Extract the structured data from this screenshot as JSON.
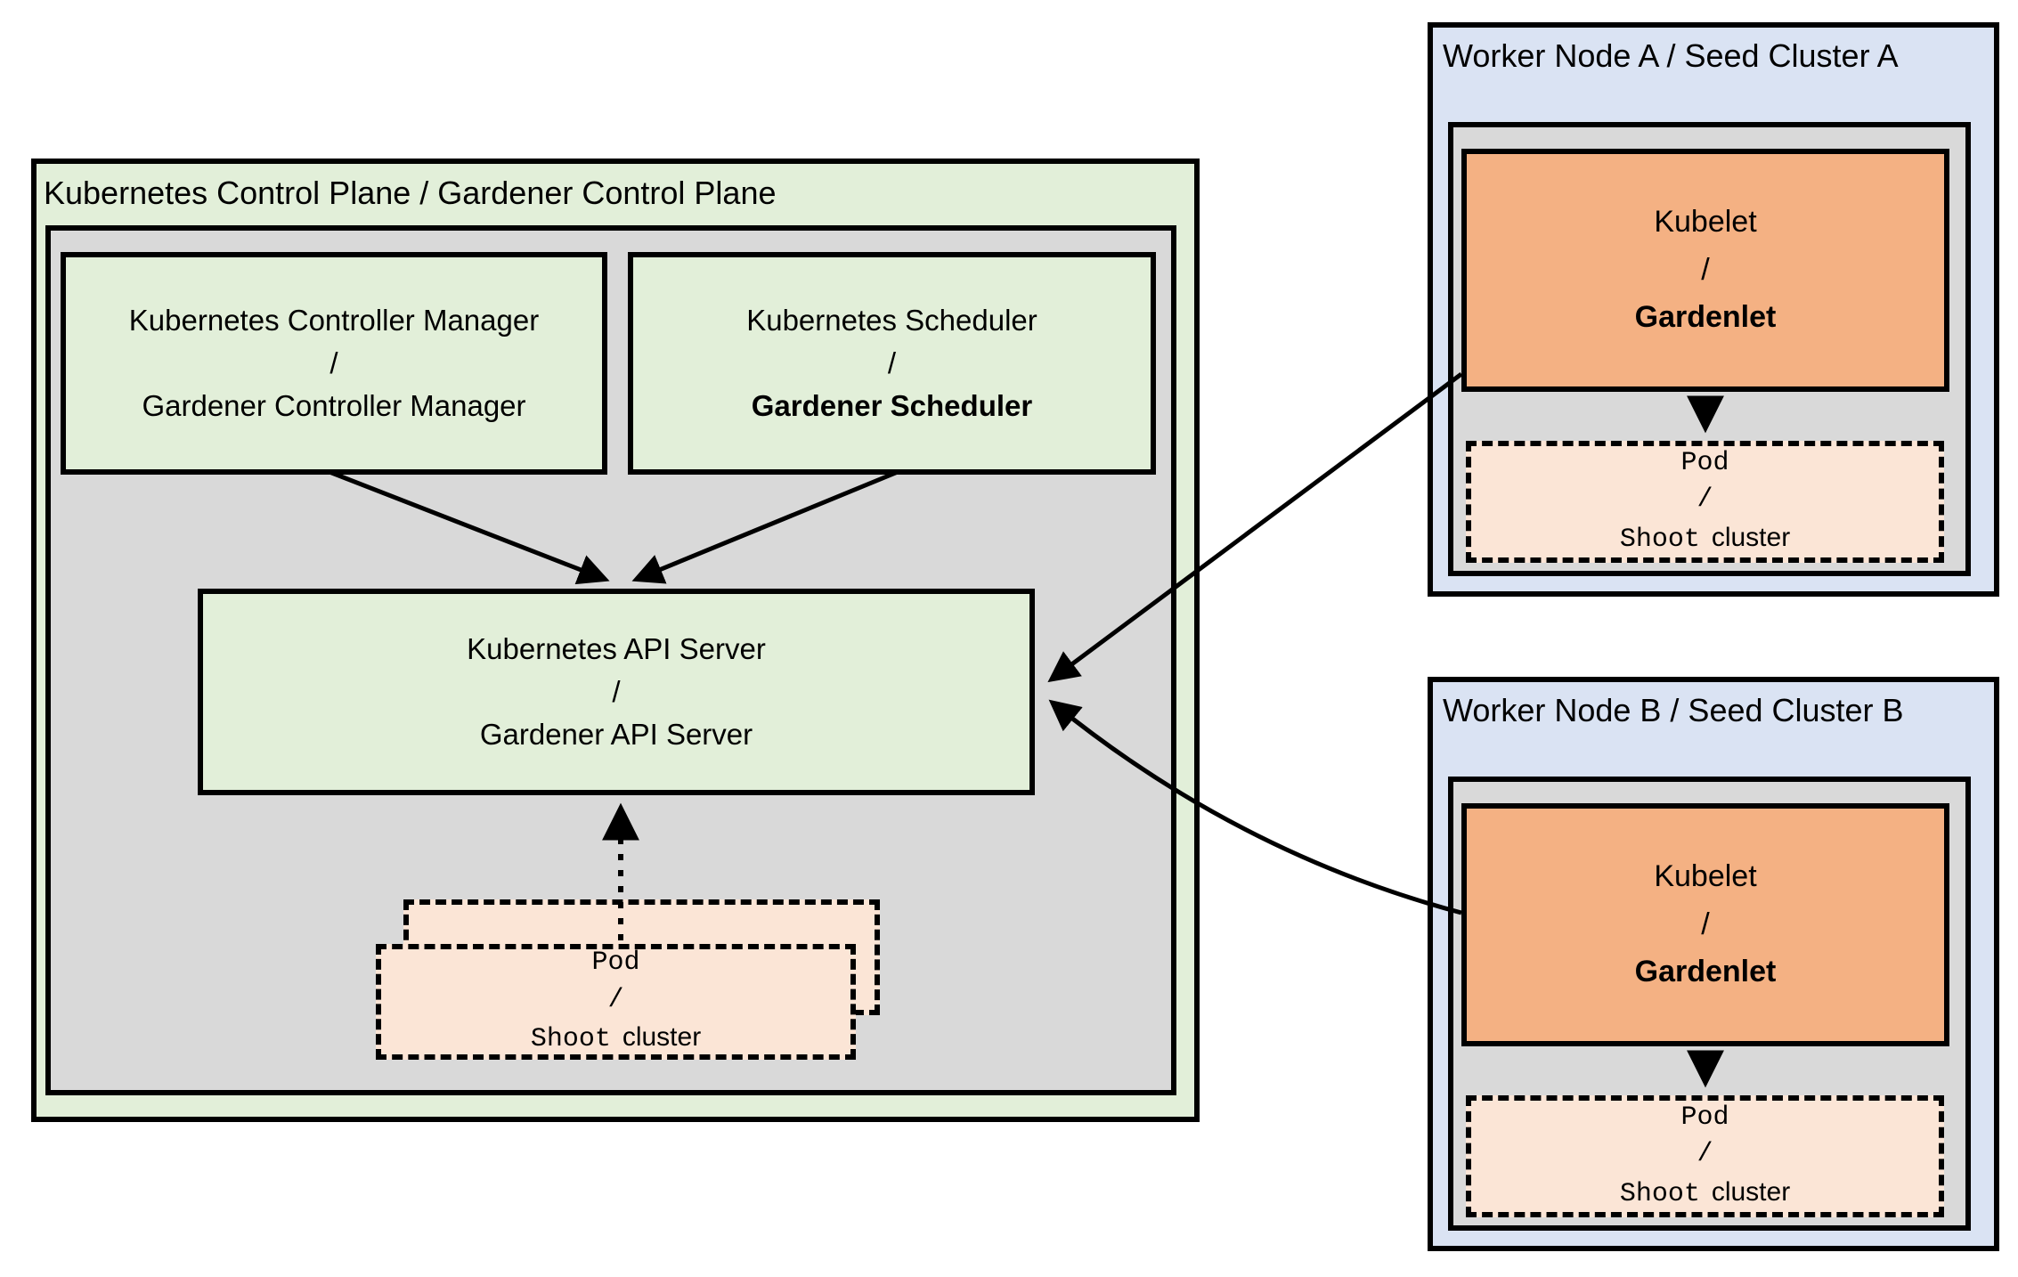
{
  "control_plane": {
    "title": "Kubernetes Control Plane / Gardener Control Plane",
    "controller_manager": {
      "line1": "Kubernetes Controller Manager",
      "separator": "/",
      "line2": "Gardener Controller Manager"
    },
    "scheduler": {
      "line1": "Kubernetes Scheduler",
      "separator": "/",
      "line2": "Gardener Scheduler"
    },
    "api_server": {
      "line1": "Kubernetes API Server",
      "separator": "/",
      "line2": "Gardener API Server"
    },
    "pod_stack": {
      "line1": "Pod",
      "separator": "/",
      "line2_mono": "Shoot",
      "line2_suffix": "cluster"
    }
  },
  "worker_node_a": {
    "title": "Worker Node A / Seed Cluster A",
    "kubelet": {
      "line1": "Kubelet",
      "separator": "/",
      "line2": "Gardenlet"
    },
    "pod": {
      "line1": "Pod",
      "separator": "/",
      "line2_mono": "Shoot",
      "line2_suffix": "cluster"
    }
  },
  "worker_node_b": {
    "title": "Worker Node B / Seed Cluster B",
    "kubelet": {
      "line1": "Kubelet",
      "separator": "/",
      "line2": "Gardenlet"
    },
    "pod": {
      "line1": "Pod",
      "separator": "/",
      "line2_mono": "Shoot",
      "line2_suffix": "cluster"
    }
  },
  "colors": {
    "control_plane_fill": "#e2efd9",
    "inner_area_fill": "#d9d9d9",
    "component_fill": "#e2efd9",
    "worker_node_fill": "#dae3f3",
    "kubelet_fill": "#f4b183",
    "pod_fill": "#fbe5d6",
    "line_color": "#000000"
  }
}
